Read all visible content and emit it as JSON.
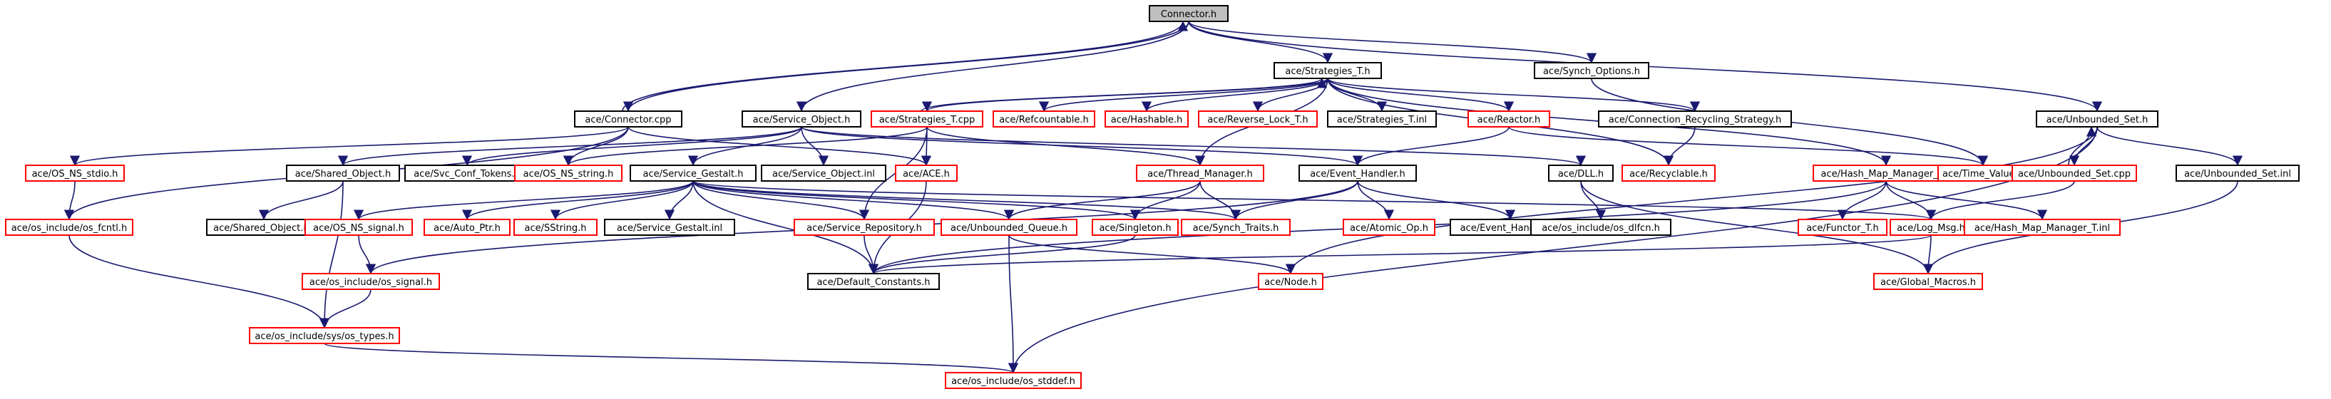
{
  "diagram": {
    "nodes": [
      {
        "id": "connector_h",
        "label": "Connector.h",
        "style": "root"
      },
      {
        "id": "strategies_t_h",
        "label": "ace/Strategies_T.h",
        "style": "black"
      },
      {
        "id": "synch_options_h",
        "label": "ace/Synch_Options.h",
        "style": "black"
      },
      {
        "id": "connector_cpp",
        "label": "ace/Connector.cpp",
        "style": "black"
      },
      {
        "id": "service_object_h",
        "label": "ace/Service_Object.h",
        "style": "black"
      },
      {
        "id": "strategies_t_cpp",
        "label": "ace/Strategies_T.cpp",
        "style": "red"
      },
      {
        "id": "refcountable_h",
        "label": "ace/Refcountable.h",
        "style": "red"
      },
      {
        "id": "hashable_h",
        "label": "ace/Hashable.h",
        "style": "red"
      },
      {
        "id": "reverse_lock_t_h",
        "label": "ace/Reverse_Lock_T.h",
        "style": "red"
      },
      {
        "id": "strategies_t_inl",
        "label": "ace/Strategies_T.inl",
        "style": "black"
      },
      {
        "id": "reactor_h",
        "label": "ace/Reactor.h",
        "style": "red"
      },
      {
        "id": "connection_recycling_strategy_h",
        "label": "ace/Connection_Recycling_Strategy.h",
        "style": "black"
      },
      {
        "id": "unbounded_set_h",
        "label": "ace/Unbounded_Set.h",
        "style": "black"
      },
      {
        "id": "os_ns_stdio_h",
        "label": "ace/OS_NS_stdio.h",
        "style": "red"
      },
      {
        "id": "shared_object_h",
        "label": "ace/Shared_Object.h",
        "style": "black"
      },
      {
        "id": "svc_conf_tokens_h",
        "label": "ace/Svc_Conf_Tokens.h",
        "style": "black"
      },
      {
        "id": "os_ns_string_h",
        "label": "ace/OS_NS_string.h",
        "style": "red"
      },
      {
        "id": "service_gestalt_h",
        "label": "ace/Service_Gestalt.h",
        "style": "black"
      },
      {
        "id": "service_object_inl",
        "label": "ace/Service_Object.inl",
        "style": "black"
      },
      {
        "id": "ace_h",
        "label": "ace/ACE.h",
        "style": "red"
      },
      {
        "id": "thread_manager_h",
        "label": "ace/Thread_Manager.h",
        "style": "red"
      },
      {
        "id": "event_handler_h",
        "label": "ace/Event_Handler.h",
        "style": "black"
      },
      {
        "id": "dll_h",
        "label": "ace/DLL.h",
        "style": "black"
      },
      {
        "id": "recyclable_h",
        "label": "ace/Recyclable.h",
        "style": "red"
      },
      {
        "id": "hash_map_manager_t_h",
        "label": "ace/Hash_Map_Manager_T.h",
        "style": "red"
      },
      {
        "id": "time_value_h",
        "label": "ace/Time_Value.h",
        "style": "red"
      },
      {
        "id": "unbounded_set_cpp",
        "label": "ace/Unbounded_Set.cpp",
        "style": "red"
      },
      {
        "id": "unbounded_set_inl",
        "label": "ace/Unbounded_Set.inl",
        "style": "black"
      },
      {
        "id": "os_fcntl_h",
        "label": "ace/os_include/os_fcntl.h",
        "style": "red"
      },
      {
        "id": "shared_object_inl",
        "label": "ace/Shared_Object.inl",
        "style": "black"
      },
      {
        "id": "os_ns_signal_h",
        "label": "ace/OS_NS_signal.h",
        "style": "red"
      },
      {
        "id": "auto_ptr_h",
        "label": "ace/Auto_Ptr.h",
        "style": "red"
      },
      {
        "id": "sstring_h",
        "label": "ace/SString.h",
        "style": "red"
      },
      {
        "id": "service_gestalt_inl",
        "label": "ace/Service_Gestalt.inl",
        "style": "black"
      },
      {
        "id": "service_repository_h",
        "label": "ace/Service_Repository.h",
        "style": "red"
      },
      {
        "id": "unbounded_queue_h",
        "label": "ace/Unbounded_Queue.h",
        "style": "red"
      },
      {
        "id": "singleton_h",
        "label": "ace/Singleton.h",
        "style": "red"
      },
      {
        "id": "synch_traits_h",
        "label": "ace/Synch_Traits.h",
        "style": "red"
      },
      {
        "id": "atomic_op_h",
        "label": "ace/Atomic_Op.h",
        "style": "red"
      },
      {
        "id": "event_handler_inl",
        "label": "ace/Event_Handler.inl",
        "style": "black"
      },
      {
        "id": "os_dlfcn_h",
        "label": "ace/os_include/os_dlfcn.h",
        "style": "black"
      },
      {
        "id": "functor_t_h",
        "label": "ace/Functor_T.h",
        "style": "red"
      },
      {
        "id": "log_msg_h",
        "label": "ace/Log_Msg.h",
        "style": "red"
      },
      {
        "id": "hash_map_manager_t_inl",
        "label": "ace/Hash_Map_Manager_T.inl",
        "style": "red"
      },
      {
        "id": "os_signal_h",
        "label": "ace/os_include/os_signal.h",
        "style": "red"
      },
      {
        "id": "default_constants_h",
        "label": "ace/Default_Constants.h",
        "style": "black"
      },
      {
        "id": "node_h",
        "label": "ace/Node.h",
        "style": "red"
      },
      {
        "id": "global_macros_h",
        "label": "ace/Global_Macros.h",
        "style": "red"
      },
      {
        "id": "os_types_h",
        "label": "ace/os_include/sys/os_types.h",
        "style": "red"
      },
      {
        "id": "os_stddef_h",
        "label": "ace/os_include/os_stddef.h",
        "style": "red"
      }
    ],
    "edges": [
      [
        "connector_h",
        "strategies_t_h"
      ],
      [
        "connector_h",
        "synch_options_h"
      ],
      [
        "connector_h",
        "connector_cpp"
      ],
      [
        "connector_h",
        "unbounded_set_h"
      ],
      [
        "connector_h",
        "service_object_h"
      ],
      [
        "connector_cpp",
        "connector_h"
      ],
      [
        "connector_cpp",
        "os_ns_stdio_h"
      ],
      [
        "connector_cpp",
        "os_ns_string_h"
      ],
      [
        "connector_cpp",
        "ace_h"
      ],
      [
        "connector_cpp",
        "os_fcntl_h"
      ],
      [
        "strategies_t_h",
        "strategies_t_cpp"
      ],
      [
        "strategies_t_h",
        "refcountable_h"
      ],
      [
        "strategies_t_h",
        "hashable_h"
      ],
      [
        "strategies_t_h",
        "reverse_lock_t_h"
      ],
      [
        "strategies_t_h",
        "strategies_t_inl"
      ],
      [
        "strategies_t_h",
        "reactor_h"
      ],
      [
        "strategies_t_h",
        "connection_recycling_strategy_h"
      ],
      [
        "strategies_t_h",
        "hash_map_manager_t_h"
      ],
      [
        "strategies_t_h",
        "thread_manager_h"
      ],
      [
        "strategies_t_h",
        "recyclable_h"
      ],
      [
        "strategies_t_cpp",
        "strategies_t_h"
      ],
      [
        "strategies_t_cpp",
        "ace_h"
      ],
      [
        "strategies_t_cpp",
        "os_ns_string_h"
      ],
      [
        "strategies_t_cpp",
        "service_repository_h"
      ],
      [
        "strategies_t_cpp",
        "thread_manager_h"
      ],
      [
        "synch_options_h",
        "time_value_h"
      ],
      [
        "service_object_h",
        "shared_object_h"
      ],
      [
        "service_object_h",
        "svc_conf_tokens_h"
      ],
      [
        "service_object_h",
        "service_gestalt_h"
      ],
      [
        "service_object_h",
        "service_object_inl"
      ],
      [
        "service_object_h",
        "event_handler_h"
      ],
      [
        "service_object_h",
        "dll_h"
      ],
      [
        "reactor_h",
        "event_handler_h"
      ],
      [
        "reactor_h",
        "time_value_h"
      ],
      [
        "connection_recycling_strategy_h",
        "recyclable_h"
      ],
      [
        "unbounded_set_h",
        "unbounded_set_cpp"
      ],
      [
        "unbounded_set_h",
        "unbounded_set_inl"
      ],
      [
        "unbounded_set_h",
        "node_h"
      ],
      [
        "unbounded_set_h",
        "os_stddef_h"
      ],
      [
        "unbounded_set_cpp",
        "unbounded_set_h"
      ],
      [
        "unbounded_set_cpp",
        "log_msg_h"
      ],
      [
        "unbounded_set_inl",
        "global_macros_h"
      ],
      [
        "hash_map_manager_t_h",
        "functor_t_h"
      ],
      [
        "hash_map_manager_t_h",
        "log_msg_h"
      ],
      [
        "hash_map_manager_t_h",
        "hash_map_manager_t_inl"
      ],
      [
        "hash_map_manager_t_h",
        "default_constants_h"
      ],
      [
        "os_ns_stdio_h",
        "os_fcntl_h"
      ],
      [
        "shared_object_h",
        "shared_object_inl"
      ],
      [
        "shared_object_h",
        "os_types_h"
      ],
      [
        "service_gestalt_h",
        "os_ns_signal_h"
      ],
      [
        "service_gestalt_h",
        "auto_ptr_h"
      ],
      [
        "service_gestalt_h",
        "sstring_h"
      ],
      [
        "service_gestalt_h",
        "service_gestalt_inl"
      ],
      [
        "service_gestalt_h",
        "service_repository_h"
      ],
      [
        "service_gestalt_h",
        "unbounded_queue_h"
      ],
      [
        "service_gestalt_h",
        "singleton_h"
      ],
      [
        "service_gestalt_h",
        "synch_traits_h"
      ],
      [
        "service_gestalt_h",
        "default_constants_h"
      ],
      [
        "service_gestalt_h",
        "log_msg_h"
      ],
      [
        "ace_h",
        "default_constants_h"
      ],
      [
        "thread_manager_h",
        "unbounded_queue_h"
      ],
      [
        "thread_manager_h",
        "singleton_h"
      ],
      [
        "thread_manager_h",
        "synch_traits_h"
      ],
      [
        "event_handler_h",
        "synch_traits_h"
      ],
      [
        "event_handler_h",
        "atomic_op_h"
      ],
      [
        "event_handler_h",
        "event_handler_inl"
      ],
      [
        "event_handler_h",
        "os_signal_h"
      ],
      [
        "dll_h",
        "os_dlfcn_h"
      ],
      [
        "dll_h",
        "global_macros_h"
      ],
      [
        "os_ns_signal_h",
        "os_signal_h"
      ],
      [
        "os_signal_h",
        "os_types_h"
      ],
      [
        "os_fcntl_h",
        "os_types_h"
      ],
      [
        "os_types_h",
        "os_stddef_h"
      ],
      [
        "unbounded_queue_h",
        "node_h"
      ],
      [
        "unbounded_queue_h",
        "os_stddef_h"
      ],
      [
        "service_repository_h",
        "default_constants_h"
      ],
      [
        "singleton_h",
        "default_constants_h"
      ],
      [
        "log_msg_h",
        "global_macros_h"
      ],
      [
        "log_msg_h",
        "default_constants_h"
      ]
    ]
  }
}
